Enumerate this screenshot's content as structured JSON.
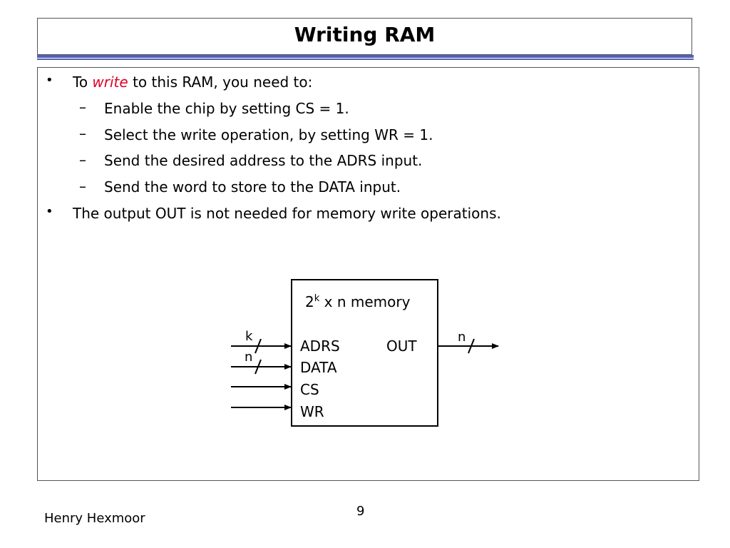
{
  "slide": {
    "title": "Writing RAM",
    "bullet1": {
      "prefix": "To",
      "emphasis": "write",
      "suffix": "to this RAM, you need to:"
    },
    "sub_items": [
      "Enable the chip by setting CS = 1.",
      "Select the write operation, by setting WR = 1.",
      "Send the desired address to the ADRS input.",
      "Send the word to store to the DATA input."
    ],
    "bullet2": "The output OUT is not needed for memory write operations."
  },
  "diagram": {
    "memory_base": "2",
    "memory_exp": "k",
    "memory_rest": " x n memory",
    "inputs": [
      "ADRS",
      "DATA",
      "CS",
      "WR"
    ],
    "output": "OUT",
    "adrs_width": "k",
    "data_width": "n",
    "out_width": "n"
  },
  "footer": {
    "author": "Henry Hexmoor",
    "page": "9"
  }
}
